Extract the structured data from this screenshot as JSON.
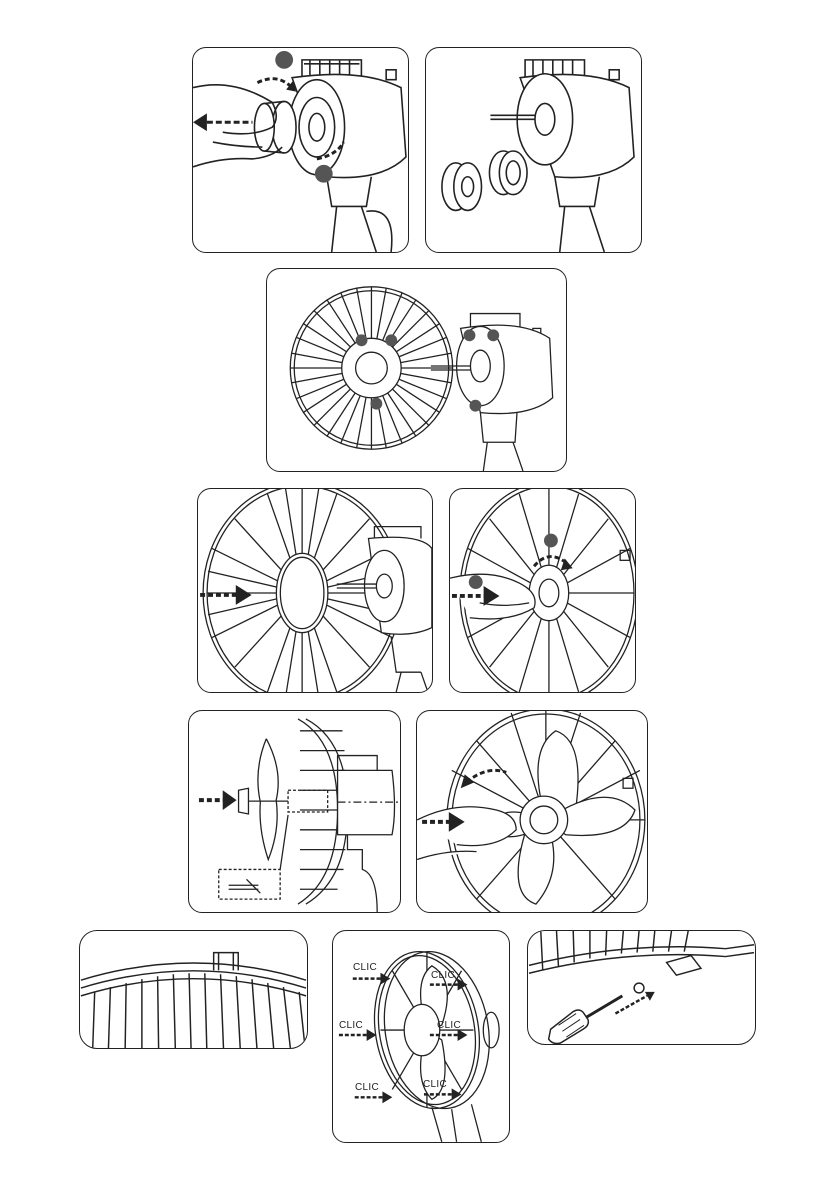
{
  "manual": {
    "clic_labels": [
      "CLIC",
      "CLIC",
      "CLIC",
      "CLIC",
      "CLIC",
      "CLIC"
    ],
    "colors": {
      "line": "#222222",
      "marker": "#555555",
      "arrow": "#222222"
    },
    "icons": [
      "hand-icon",
      "fan-motor-icon",
      "fan-guard-icon",
      "fan-blade-icon",
      "screwdriver-icon",
      "arrow-icon"
    ]
  }
}
